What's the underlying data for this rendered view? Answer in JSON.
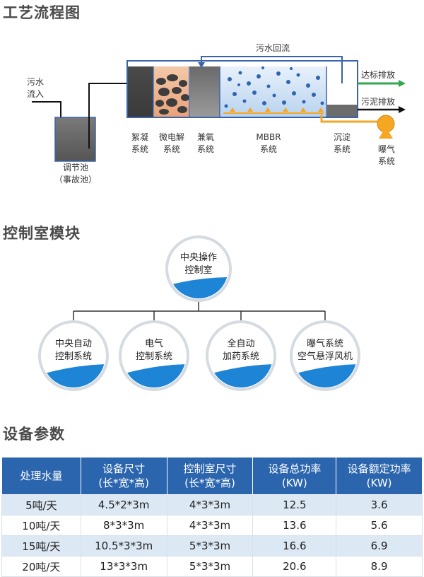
{
  "titles": {
    "process": "工艺流程图",
    "control": "控制室模块",
    "params": "设备参数"
  },
  "process": {
    "inflow_line1": "污水",
    "inflow_line2": "流入",
    "tank_line1": "调节池",
    "tank_line2": "（事故池）",
    "floc_line1": "絮凝",
    "floc_line2": "系统",
    "micro_line1": "微电解",
    "micro_line2": "系统",
    "anox_line1": "兼氧",
    "anox_line2": "系统",
    "mbbr_line1": "MBBR",
    "mbbr_line2": "系统",
    "settle_line1": "沉淀",
    "settle_line2": "系统",
    "aer_line1": "曝气",
    "aer_line2": "系统",
    "reflux": "污水回流",
    "discharge": "达标排放",
    "sludge": "污泥排放"
  },
  "control": {
    "top_line1": "中央操作",
    "top_line2": "控制室",
    "c1_line1": "中央自动",
    "c1_line2": "控制系统",
    "c2_line1": "电气",
    "c2_line2": "控制系统",
    "c3_line1": "全自动",
    "c3_line2": "加药系统",
    "c4_line1": "曝气系统",
    "c4_line2": "空气悬浮风机"
  },
  "params": {
    "headers": [
      {
        "line1": "处理水量",
        "line2": ""
      },
      {
        "line1": "设备尺寸",
        "line2": "(长*宽*高)"
      },
      {
        "line1": "控制室尺寸",
        "line2": "(长*宽*高)"
      },
      {
        "line1": "设备总功率",
        "line2": "(KW)"
      },
      {
        "line1": "设备额定功率",
        "line2": "(KW)"
      }
    ],
    "rows": [
      [
        "5吨/天",
        "4.5*2*3m",
        "4*3*3m",
        "12.5",
        "3.6"
      ],
      [
        "10吨/天",
        "8*3*3m",
        "4*3*3m",
        "13.6",
        "5.6"
      ],
      [
        "15吨/天",
        "10.5*3*3m",
        "5*3*3m",
        "16.6",
        "6.9"
      ],
      [
        "20吨/天",
        "13*3*3m",
        "5*3*3m",
        "20.6",
        "8.9"
      ]
    ]
  },
  "colors": {
    "accent_blue": "#2b65ad",
    "water_blue": "#1d84d6",
    "discharge_green": "#2fa84f",
    "pump_orange": "#f5a623",
    "row_shade": "#dde8f5"
  }
}
